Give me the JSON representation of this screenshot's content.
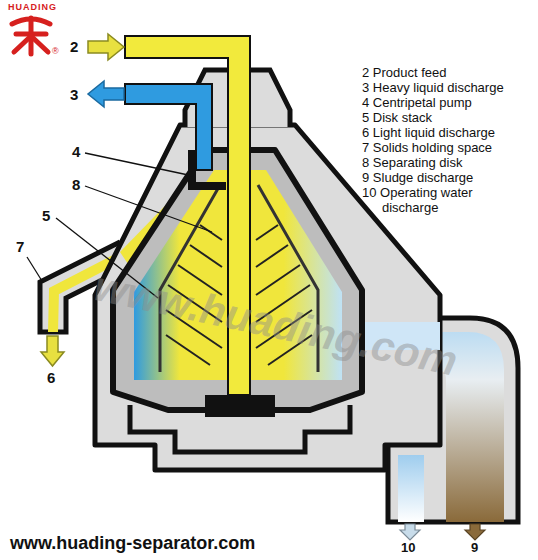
{
  "diagram": {
    "labels": [
      "HUADING",
      "®",
      "2",
      "3",
      "4",
      "8",
      "5",
      "7",
      "6",
      "10",
      "9",
      "2 Product feed",
      "3 Heavy liquid discharge",
      "4 Centripetal pump",
      "5 Disk stack",
      "6 Light liquid discharge",
      "7 Solids holding space",
      "8 Separating disk",
      "9 Sludge discharge",
      "10 Operating water discharge",
      "www.huading.com",
      "www.huading-separator.com"
    ]
  }
}
